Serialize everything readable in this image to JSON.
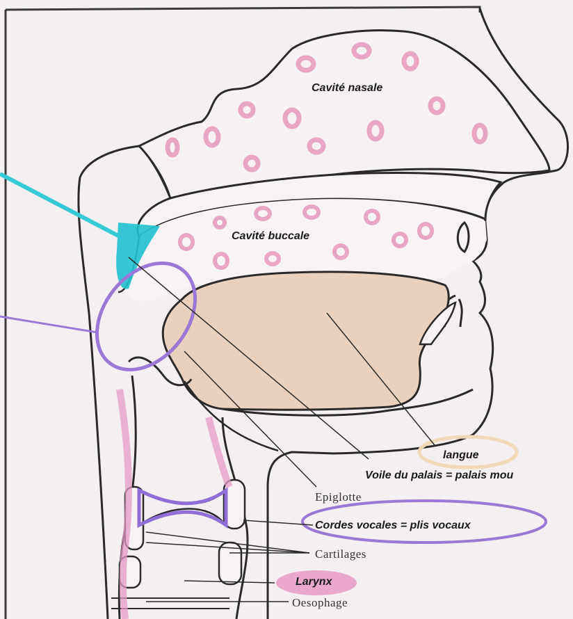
{
  "labels": {
    "cavite_nasale": "Cavité nasale",
    "cavite_buccale": "Cavité buccale",
    "langue": "langue",
    "voile_du_palais": "Voile du palais = palais mou",
    "epiglotte": "Epiglotte",
    "cordes_vocales": "Cordes vocales = plis vocaux",
    "cartilages": "Cartilages",
    "larynx": "Larynx",
    "oesophage": "Oesophage"
  },
  "colors": {
    "paper": "#f4eff1",
    "outline": "#2a2a2a",
    "tongue_fill": "#e8d2bf",
    "nasal_dots": "#e9a6c4",
    "cyan_highlight": "#1fc1cf",
    "purple_highlight": "#9a78d6",
    "pink_highlight": "#e79ac6",
    "tan_highlight": "#efd9b8"
  }
}
